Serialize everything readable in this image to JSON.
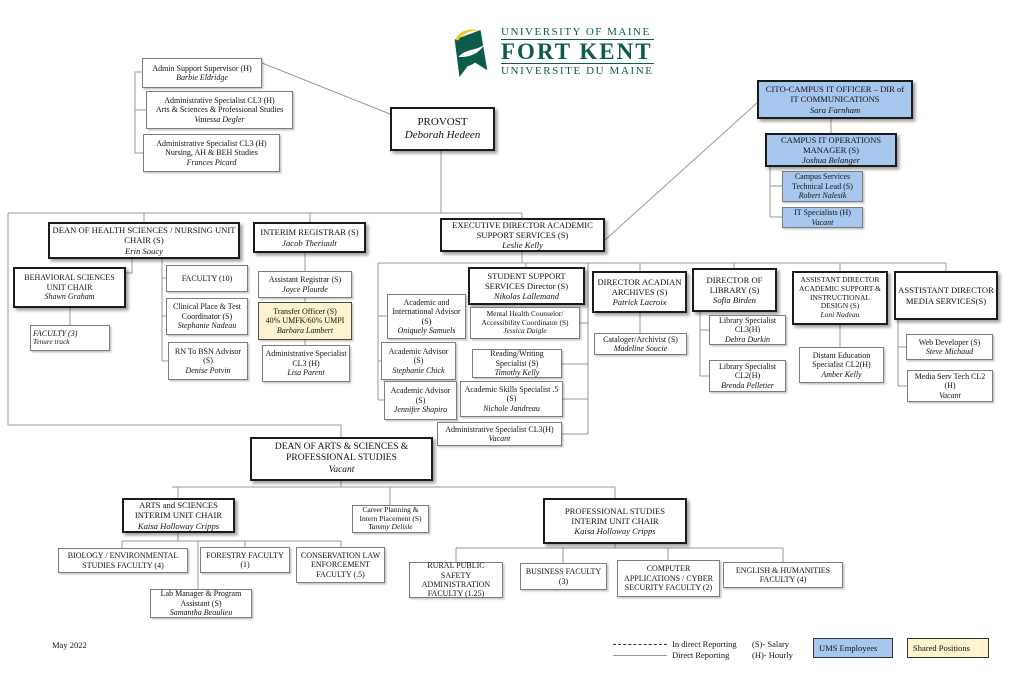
{
  "meta": {
    "date": "May 2022"
  },
  "logo": {
    "line1": "UNIVERSITY OF MAINE",
    "line2": "FORT KENT",
    "line3": "UNIVERSITE DU MAINE",
    "green": "#0d5c49",
    "yellow": "#f0c51e"
  },
  "legend": {
    "indirect": "In direct Reporting",
    "direct": "Direct Reporting",
    "salary": "(S)- Salary",
    "hourly": "(H)- Hourly",
    "ums": "UMS Employees",
    "shared": "Shared Positions",
    "ums_color": "#a8c7ef",
    "shared_color": "#fdf3ce"
  },
  "boxes": {
    "provost": {
      "title": "PROVOST",
      "name": "Deborah Hedeen"
    },
    "admin_sup": {
      "title": "Admin Support Supervisor (H)",
      "name": "Barbie Eldridge"
    },
    "admin_asps": {
      "title": "Administrative  Specialist  CL3 (H)",
      "dept": "Arts & Sciences & Professional Studies",
      "name": "Vanessa Degler"
    },
    "admin_nursing": {
      "title": "Administrative  Specialist  CL3 (H)",
      "dept": "Nursing, AH & BEH Studies",
      "name": "Frances Picard"
    },
    "cito": {
      "title": "CITO-CAMPUS IT OFFICER – DIR of IT COMMUNICATIONS",
      "name": "Sara Farnham"
    },
    "it_ops": {
      "title": "CAMPUS IT  OPERATIONS MANAGER (S)",
      "name": "Joshua Belanger"
    },
    "campus_services": {
      "title": "Campus Services Technical  Lead (S)",
      "name": "Robert Nalesik"
    },
    "it_specialists": {
      "title": "IT Specialists (H)",
      "name": "Vacant"
    },
    "dean_health": {
      "title": "DEAN OF  HEALTH SCIENCES / NURSING UNIT CHAIR (S)",
      "name": "Erin Soucy"
    },
    "behavioral": {
      "title": "BEHAVIORAL SCIENCES UNIT CHAIR",
      "name": "Shawn Graham"
    },
    "faculty3": {
      "title": "FACULTY (3)",
      "name": "Tenure track"
    },
    "faculty10": {
      "title": "FACULTY (10)"
    },
    "clinical": {
      "title": "Clinical Place & Test Coordinator (S)",
      "name": "Stephanie Nadeau"
    },
    "rn_bsn": {
      "title": "RN To BSN Advisor (S)",
      "name": "Denise Potvin"
    },
    "registrar": {
      "title": "INTERIM REGISTRAR  (S)",
      "name": "Jacob Theriault"
    },
    "asst_registrar": {
      "title": "Assistant Registrar (S)",
      "name": "Joyce Plourde"
    },
    "transfer": {
      "title": "Transfer Officer  (S)",
      "note": "40% UMFK/60% UMPI",
      "name": "Barbara Lambert"
    },
    "admin_lisa": {
      "title": "Administrative Specialist CL3 (H)",
      "name": "Lisa Parent"
    },
    "exec_dir": {
      "title": "EXECUTIVE DIRECTOR ACADEMIC SUPPORT SERVICES (S)",
      "name": "Leslie Kelly"
    },
    "sss_director": {
      "title": "STUDENT SUPPORT SERVICES Director (S)",
      "name": "Nikolas Lallemand"
    },
    "acad_intl": {
      "title": "Academic and International Advisor (S)",
      "name": "Oniquely Samuels"
    },
    "acad_chick": {
      "title": "Academic Advisor (S)",
      "name": "Stephanie Chick"
    },
    "acad_shapiro": {
      "title": "Academic Advisor (S)",
      "name": "Jennifer Shapiro"
    },
    "mental": {
      "title": "Mental Health Counselor/ Accessibility  Coordinator (S)",
      "name": "Jessica Daigle"
    },
    "reading": {
      "title": "Reading/Writing Specialist (S)",
      "name": "Timothy Kelly"
    },
    "skills": {
      "title": "Academic  Skills Specialist .5 (S)",
      "name": "Nichole Jandreau"
    },
    "admin_vacant": {
      "title": "Administrative Specialist CL3(H)",
      "name": "Vacant"
    },
    "acadian": {
      "title": "DIRECTOR ACADIAN ARCHIVES (S)",
      "name": "Patrick Lacroix"
    },
    "cataloger": {
      "title": "Cataloger/Archivist (S)",
      "name": "Madeline Soucie"
    },
    "library_dir": {
      "title": "DIRECTOR OF LIBRARY (S)",
      "name": "Sofia Birden"
    },
    "lib_cl3": {
      "title": "Library Specialist CL3(H)",
      "name": "Debra Durkin"
    },
    "lib_cl2": {
      "title": "Library Specialist CL2(H)",
      "name": "Brenda Pelletier"
    },
    "asst_dir_acad": {
      "title": "ASSISTANT DIRECTOR ACADEMIC SUPPORT & INSTRUCTIONAL DESIGN (S)",
      "name": "Loni Nadeau"
    },
    "distant_ed": {
      "title": "Distant Education Specialist CL2(H)",
      "name": "Amber Kelly"
    },
    "asst_dir_media": {
      "title": "ASSTISTANT DIRECTOR MEDIA SERVICES(S)"
    },
    "web_dev": {
      "title": "Web Developer (S)",
      "name": "Steve Michaud"
    },
    "media_tech": {
      "title": "Media Serv Tech CL2 (H)",
      "name": "Vacant"
    },
    "dean_arts": {
      "title": "DEAN OF ARTS & SCIENCES & PROFESSIONAL STUDIES",
      "name": "Vacant"
    },
    "career": {
      "title": "Career Planning & Intern Placement (S)",
      "name": "Tammy Delisle"
    },
    "as_chair": {
      "title": "ARTS and SCIENCES INTERIM UNIT CHAIR",
      "name": "Kaisa Holloway Cripps"
    },
    "biology": {
      "title": "BIOLOGY / ENVIRONMENTAL STUDIES FACULTY (4)"
    },
    "forestry": {
      "title": "FORESTRY FACULTY (1)"
    },
    "conservation": {
      "title": "CONSERVATION LAW ENFORCEMENT FACULTY  (.5)"
    },
    "lab_mgr": {
      "title": "Lab Manager & Program Assistant (S)",
      "name": "Samantha Beaulieu"
    },
    "prof_chair": {
      "title": "PROFESSIONAL STUDIES INTERIM UNIT CHAIR",
      "name": "Kaisa Holloway Cripps"
    },
    "rural": {
      "title": "RURAL PUBLIC SAFETY ADMINISTRATION FACULTY  (1.25)"
    },
    "business": {
      "title": "BUSINESS FACULTY (3)"
    },
    "computer": {
      "title": "COMPUTER APPLICATIONS / CYBER SECURITY FACULTY (2)"
    },
    "english": {
      "title": "ENGLISH & HUMANITIES FACULTY (4)"
    }
  }
}
